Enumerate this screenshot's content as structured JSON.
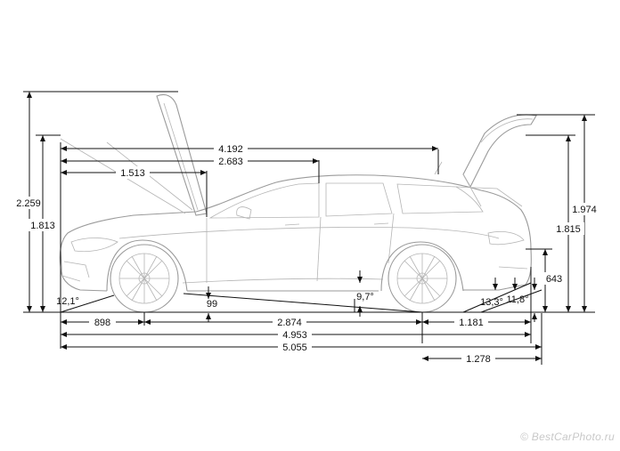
{
  "dimensions": {
    "height_tailgate_open": "2.259",
    "height": "1.813",
    "length_front_hatch": "4.192",
    "wheelbase_interior": "2.683",
    "front_to_pillar": "1.513",
    "height_rear_open": "1.974",
    "height_rear": "1.815",
    "loading_sill": "643",
    "approach_angle": "12,1°",
    "ground_clearance": "99",
    "ramp_angle": "9,7°",
    "departure_angle_1": "13,3°",
    "departure_angle_2": "11,8°",
    "front_overhang": "898",
    "wheelbase": "2.874",
    "rear_overhang": "1.181",
    "overall_length": "4.953",
    "overall_length_max": "5.055",
    "rear_width_section": "1.278"
  },
  "watermark": "© BestCarPhoto.ru"
}
